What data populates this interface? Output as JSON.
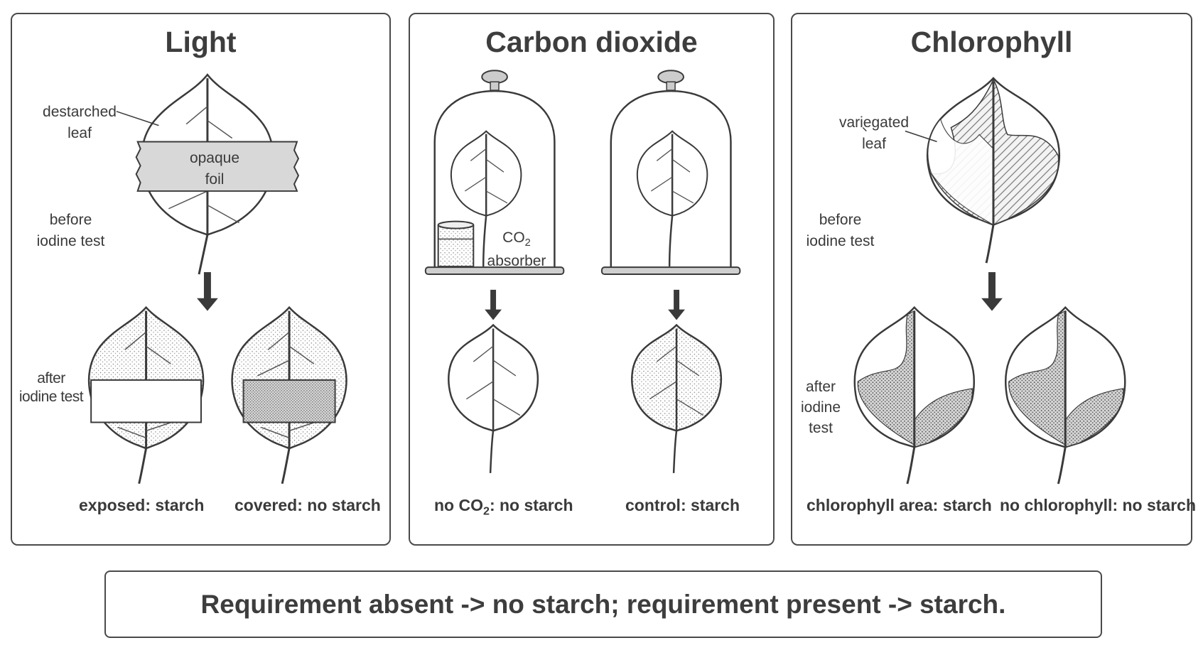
{
  "panels": {
    "light": {
      "title": "Light",
      "leaf_label_1": "destarched",
      "leaf_label_2": "leaf",
      "foil_label_1": "opaque",
      "foil_label_2": "foil",
      "before_1": "before",
      "before_2": "iodine test",
      "after_1": "after",
      "after_2": "iodine test",
      "caption_exposed": "exposed: starch",
      "caption_covered": "covered: no starch"
    },
    "co2": {
      "title": "Carbon dioxide",
      "absorber_co": "CO",
      "absorber_sub": "2",
      "absorber_word": "absorber",
      "caption_no_co2_a": "no CO",
      "caption_no_co2_sub": "2",
      "caption_no_co2_b": ": no starch",
      "caption_control": "control: starch"
    },
    "chlorophyll": {
      "title": "Chlorophyll",
      "leaf_label_1": "variegated",
      "leaf_label_2": "leaf",
      "before_1": "before",
      "before_2": "iodine test",
      "after_1": "after",
      "after_2": "iodine",
      "after_3": "test",
      "caption_chl": "chlorophyll area: starch",
      "caption_no_chl": "no chlorophyll: no starch"
    }
  },
  "summary": "Requirement absent -> no starch; requirement present -> starch."
}
